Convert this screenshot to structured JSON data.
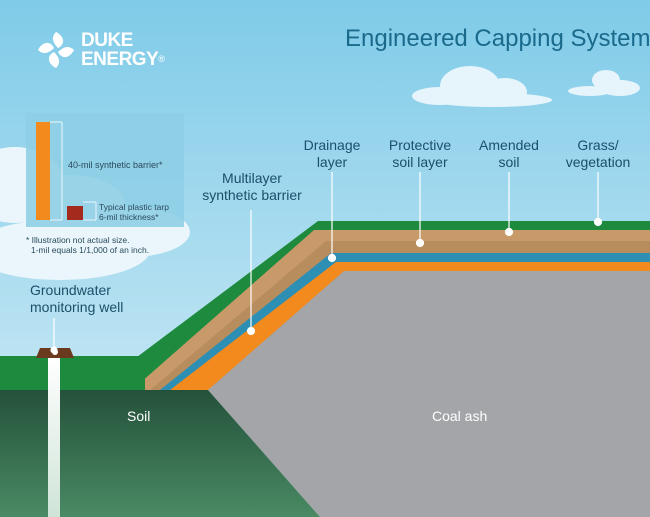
{
  "brand": {
    "name_line1": "DUKE",
    "name_line2": "ENERGY",
    "registered_mark": "®"
  },
  "title": "Engineered Capping System",
  "layers": [
    {
      "id": "multilayer-barrier",
      "label_line1": "Multilayer",
      "label_line2": "synthetic barrier"
    },
    {
      "id": "drainage",
      "label_line1": "Drainage",
      "label_line2": "layer"
    },
    {
      "id": "protective-soil",
      "label_line1": "Protective",
      "label_line2": "soil layer"
    },
    {
      "id": "amended-soil",
      "label_line1": "Amended",
      "label_line2": "soil"
    },
    {
      "id": "grass",
      "label_line1": "Grass/",
      "label_line2": "vegetation"
    }
  ],
  "monitoring_well": {
    "label_line1": "Groundwater",
    "label_line2": "monitoring well"
  },
  "ground": {
    "soil_label": "Soil",
    "coal_ash_label": "Coal ash"
  },
  "inset": {
    "barrier_label": "40-mil synthetic barrier*",
    "tarp_label_line1": "Typical plastic tarp",
    "tarp_label_line2": "6-mil thickness*",
    "footnote_line1": "* Illustration not actual size.",
    "footnote_line2": "1-mil equals 1/1,000 of an inch."
  },
  "colors": {
    "sky": "#a9dcef",
    "grass": "#1e8a3e",
    "amended_soil": "#c89a6a",
    "protective_soil": "#b98e5c",
    "drainage": "#2d8fb4",
    "barrier": "#f28a1e",
    "coal_ash": "#a3a5a8",
    "native_soil": "#2f6b4a",
    "tarp": "#a32a1c",
    "title": "#1a6a8c"
  }
}
